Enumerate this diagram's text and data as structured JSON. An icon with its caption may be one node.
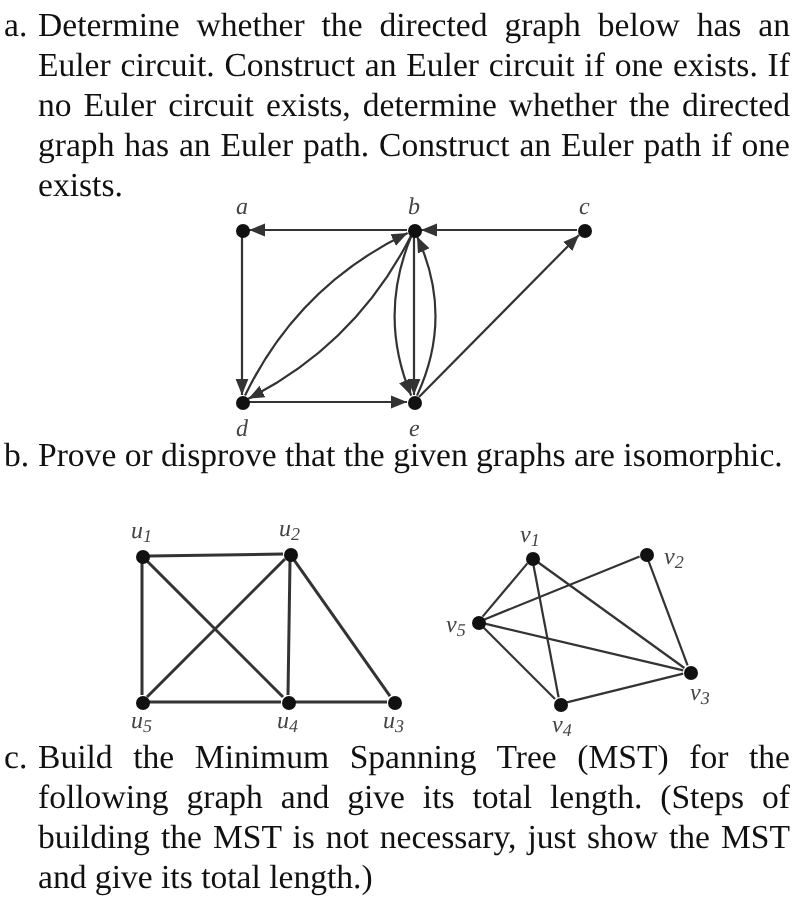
{
  "diagram": {
    "nodes": [
      {
        "text": [],
        "shape": "circle",
        "beside": [
          "a"
        ]
      },
      {
        "text": [],
        "shape": "circle",
        "beside": [
          "b"
        ]
      },
      {
        "text": [],
        "shape": "circle",
        "beside": [
          "c"
        ]
      },
      {
        "text": [],
        "shape": "circle",
        "beside": [
          "d"
        ]
      },
      {
        "text": [],
        "shape": "circle",
        "beside": [
          "e"
        ]
      },
      {
        "text": [],
        "shape": "circle",
        "beside": [
          "u$_{1}$"
        ]
      },
      {
        "text": [],
        "shape": "circle",
        "beside": [
          "u$_{2}$"
        ]
      },
      {
        "text": [],
        "shape": "circle",
        "beside": [
          "u$_{5}$"
        ]
      },
      {
        "text": [],
        "shape": "circle",
        "beside": [
          "u$_{4}$"
        ]
      },
      {
        "text": [],
        "shape": "circle",
        "beside": [
          "u$_{3}$"
        ]
      },
      {
        "text": [],
        "shape": "circle",
        "beside": [
          "v$_{1}$"
        ]
      },
      {
        "text": [],
        "shape": "circle",
        "beside": [
          "v$_{2}$"
        ]
      },
      {
        "text": [],
        "shape": "circle",
        "beside": [
          "v$_{5}$"
        ]
      },
      {
        "text": [],
        "shape": "circle",
        "beside": [
          "v$_{3}$"
        ]
      },
      {
        "text": [],
        "shape": "circle",
        "beside": [
          "v$_{4}$"
        ]
      }
    ],
    "edges": [
      {
        "from": 1,
        "to": 0,
        "arrow": "to"
      },
      {
        "from": 2,
        "to": 1,
        "arrow": "to"
      },
      {
        "from": 0,
        "to": 3,
        "arrow": "to"
      },
      {
        "from": 3,
        "to": 1,
        "arrow": "to"
      },
      {
        "from": 1,
        "to": 3,
        "arrow": "to"
      },
      {
        "from": 1,
        "to": 4,
        "arrow": "to"
      },
      {
        "from": 1,
        "to": 4,
        "arrow": "to"
      },
      {
        "from": 4,
        "to": 1,
        "arrow": "to"
      },
      {
        "from": 3,
        "to": 4,
        "arrow": "to"
      },
      {
        "from": 4,
        "to": 2,
        "arrow": "to"
      },
      {
        "from": 5,
        "to": 6,
        "arrow": "none"
      },
      {
        "from": 5,
        "to": 7,
        "arrow": "none"
      },
      {
        "from": 5,
        "to": 8,
        "arrow": "none"
      },
      {
        "from": 6,
        "to": 7,
        "arrow": "none"
      },
      {
        "from": 6,
        "to": 8,
        "arrow": "none"
      },
      {
        "from": 6,
        "to": 9,
        "arrow": "none"
      },
      {
        "from": 7,
        "to": 8,
        "arrow": "none"
      },
      {
        "from": 8,
        "to": 9,
        "arrow": "none"
      },
      {
        "from": 10,
        "to": 12,
        "arrow": "none"
      },
      {
        "from": 10,
        "to": 14,
        "arrow": "none"
      },
      {
        "from": 10,
        "to": 13,
        "arrow": "none"
      },
      {
        "from": 11,
        "to": 12,
        "arrow": "none"
      },
      {
        "from": 11,
        "to": 13,
        "arrow": "none"
      },
      {
        "from": 12,
        "to": 13,
        "arrow": "none"
      },
      {
        "from": 12,
        "to": 14,
        "arrow": "none"
      },
      {
        "from": 14,
        "to": 13,
        "arrow": "none"
      }
    ],
    "labels": [
      "a.",
      "Determine whether the directed graph below has an Euler circuit. Construct an Euler circuit if one exists. If no Euler circuit exists, determine whether the directed graph has an Euler path. Construct an Euler path if one exists.",
      "b.",
      "Prove or disprove that the given graphs are isomorphic.",
      "c.",
      "Build the Minimum Spanning Tree (MST) for the following graph and give its total length. (Steps of building the MST is not necessary, just show the MST and give its total length.)"
    ]
  }
}
